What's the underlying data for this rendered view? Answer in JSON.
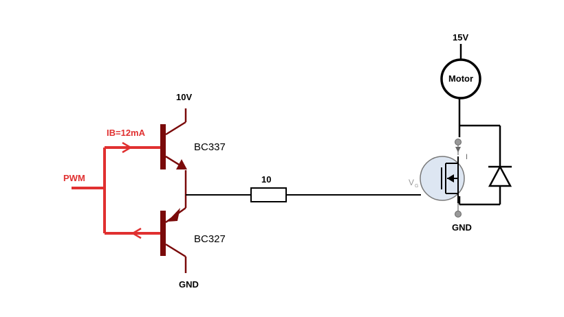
{
  "labels": {
    "pwm": "PWM",
    "ib": "IB=12mA",
    "v10": "10V",
    "gnd_left": "GND",
    "q1": "BC337",
    "q2": "BC327",
    "resistor": "10",
    "v15": "15V",
    "motor": "Motor",
    "vg": "V",
    "vg_sub": "G",
    "current": "I",
    "gnd_right": "GND"
  },
  "colors": {
    "signal": "#e03030",
    "transistor": "#7a0a0a",
    "wire": "#000000",
    "mosfet_fill": "#dde6f2",
    "grey": "#888888"
  }
}
